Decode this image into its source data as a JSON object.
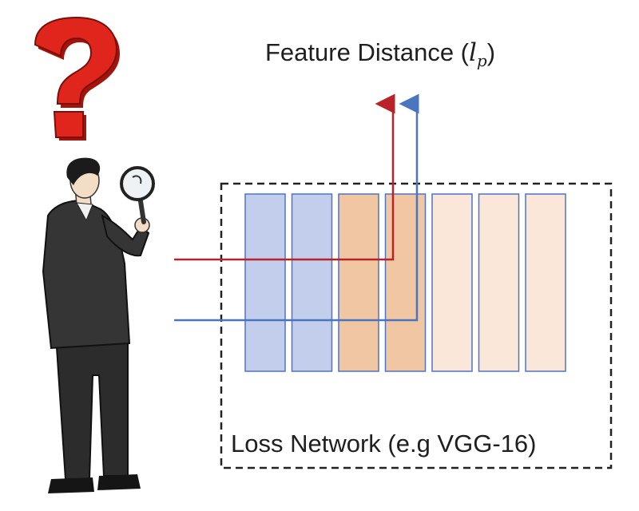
{
  "title": {
    "prefix": "Feature Distance (",
    "symbol": "l",
    "subscript": "p",
    "suffix": ")"
  },
  "loss_network_label": "Loss Network (e.g VGG-16)",
  "layers": [
    {
      "kind": "early"
    },
    {
      "kind": "early"
    },
    {
      "kind": "selected"
    },
    {
      "kind": "selected"
    },
    {
      "kind": "late"
    },
    {
      "kind": "late"
    },
    {
      "kind": "late"
    }
  ],
  "signals": [
    {
      "name": "image-a",
      "color": "#b8232a"
    },
    {
      "name": "image-b",
      "color": "#4a76c0"
    }
  ],
  "colors": {
    "early_fill": "#c3cdec",
    "early_stroke": "#4f74c4",
    "selected_fill": "#f0c7a2",
    "selected_stroke": "#4f74c4",
    "late_fill": "#fbe6da",
    "late_stroke": "#4f74c4",
    "question_mark": "#e0261c",
    "question_mark_shadow": "#a3140d",
    "suit": "#2c2c2c",
    "skin": "#f3ddc6",
    "hair": "#1b1b1b",
    "box_border": "#222222"
  },
  "icons": [
    "question-mark-icon",
    "detective-figure",
    "magnifying-glass-icon"
  ]
}
